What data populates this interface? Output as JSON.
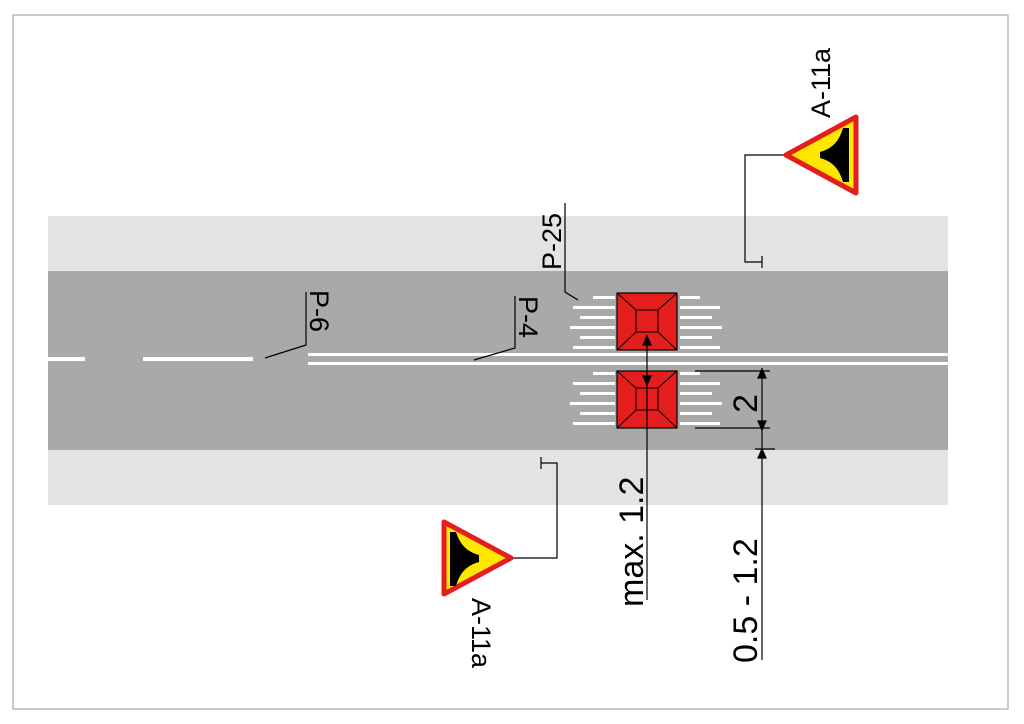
{
  "labels": {
    "a11a_top": "A-11a",
    "a11a_bottom": "A-11a",
    "p25": "P-25",
    "p6": "P-6",
    "p4": "P-4",
    "dim_hump_width": "2",
    "dim_gap": "max. 1.2",
    "dim_offset": "0.5 - 1.2"
  },
  "signs": [
    {
      "code": "A-11a",
      "meaning": "speed bump warning",
      "position": "top-right"
    },
    {
      "code": "A-11a",
      "meaning": "speed bump warning",
      "position": "bottom-left"
    }
  ],
  "markings": [
    "P-25",
    "P-6",
    "P-4"
  ],
  "colors": {
    "sidewalk": "#e3e3e3",
    "roadway": "#a9a9a9",
    "line": "#ffffff",
    "hump": "#e41d1d",
    "sign_border": "#e41d1d",
    "sign_fill": "#ffe800"
  }
}
